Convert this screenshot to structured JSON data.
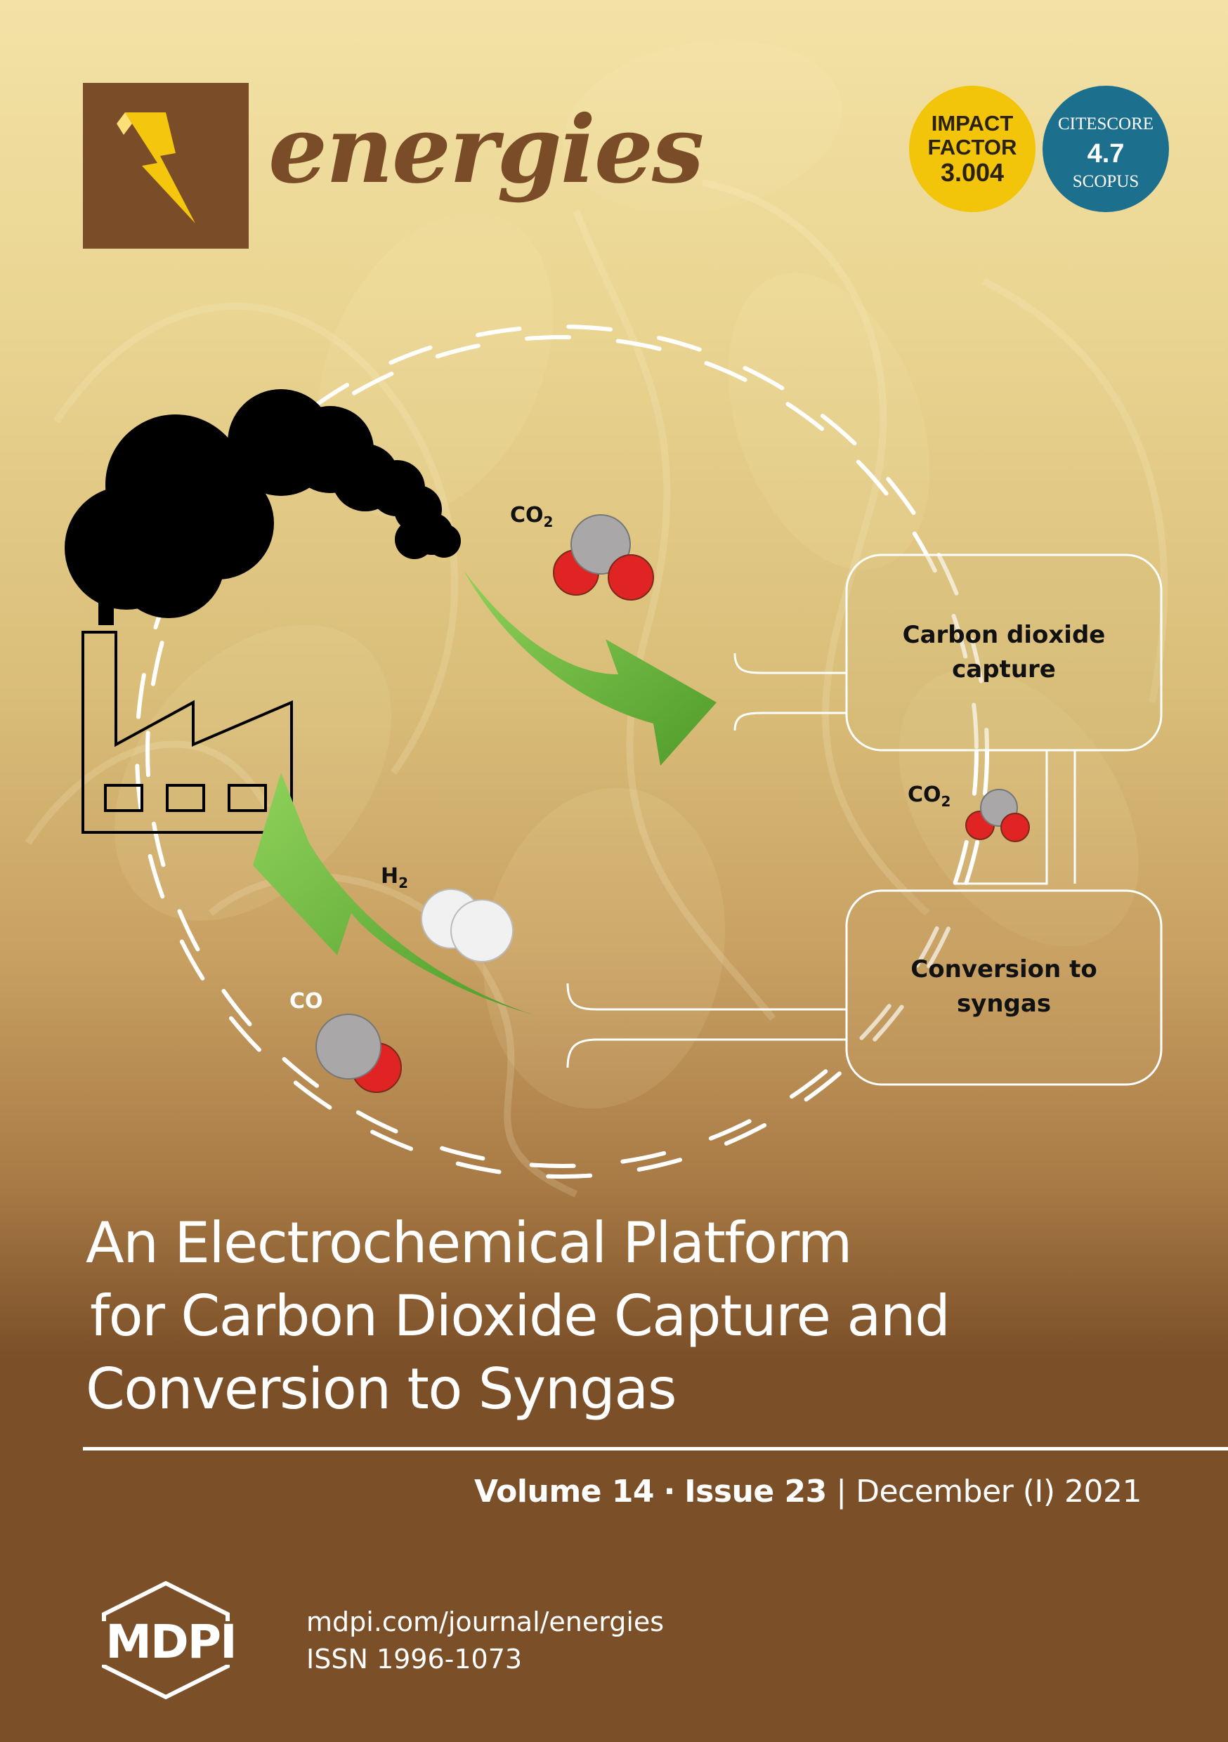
{
  "journal": {
    "name": "energies",
    "logo_icon": "lightning-bolt-icon"
  },
  "badges": {
    "impact_factor": {
      "line1": "IMPACT",
      "line2": "FACTOR",
      "value": "3.004"
    },
    "citescore": {
      "line1": "CITESCORE",
      "value": "4.7",
      "line3": "SCOPUS"
    }
  },
  "diagram": {
    "box1": {
      "line1": "Carbon dioxide",
      "line2": "capture"
    },
    "box2": {
      "line1": "Conversion to",
      "line2": "syngas"
    },
    "co2_top": {
      "base": "CO",
      "sub": "2"
    },
    "co2_middle": {
      "base": "CO",
      "sub": "2"
    },
    "h2": {
      "base": "H",
      "sub": "2"
    },
    "co": "CO",
    "icons": [
      "factory-icon",
      "smoke-cloud-icon",
      "co2-molecule-icon",
      "h2-molecule-icon",
      "co-molecule-icon",
      "arrow-icon"
    ]
  },
  "title": {
    "line1": "An Electrochemical Platform",
    "line2": "for Carbon Dioxide Capture and",
    "line3": "Conversion to Syngas"
  },
  "issue": {
    "volume": "Volume 14",
    "sep": "·",
    "issue": "Issue 23",
    "bar": "|",
    "date": "December (I) 2021"
  },
  "publisher": {
    "name": "MDPI",
    "url": "mdpi.com/journal/energies",
    "issn": "ISSN 1996-1073"
  },
  "colors": {
    "brand_brown": "#7a4c28",
    "impact_yellow": "#f2c40a",
    "citescore_blue": "#1d6f8e",
    "arrow_green": "#6cbb3c",
    "oxygen_red": "#e02424",
    "carbon_grey": "#a9a7a8"
  }
}
